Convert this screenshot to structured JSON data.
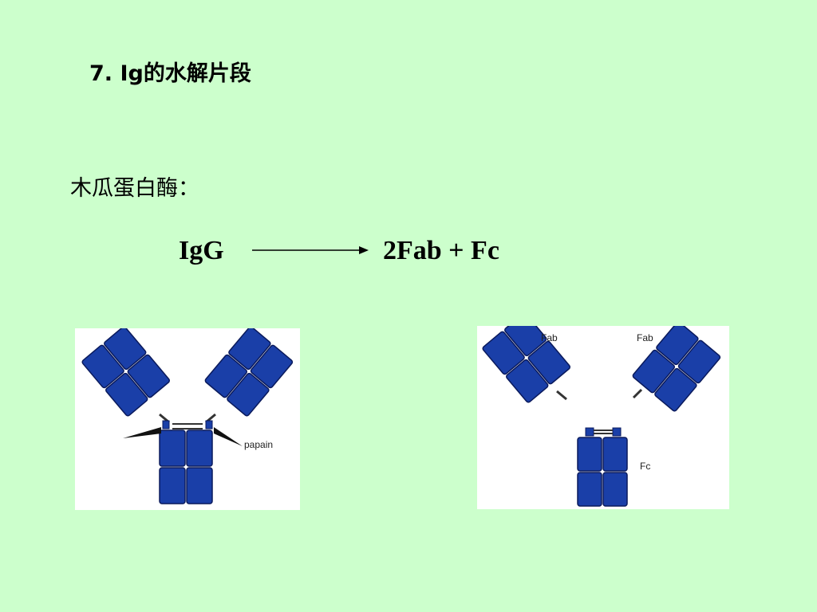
{
  "slide": {
    "title": "7. Ig的水解片段",
    "enzyme_label": "木瓜蛋白酶："
  },
  "reaction": {
    "reactant": "IgG",
    "products": "2Fab + Fc"
  },
  "figure_left": {
    "enzyme_label": "papain"
  },
  "figure_right": {
    "fab_left_label": "Fab",
    "fab_right_label": "Fab",
    "fc_label": "Fc"
  },
  "colors": {
    "background": "#ccffcc",
    "domain_fill": "#1a3fa8",
    "domain_stroke": "#0a1a5c",
    "enzyme_fill": "#111111"
  }
}
